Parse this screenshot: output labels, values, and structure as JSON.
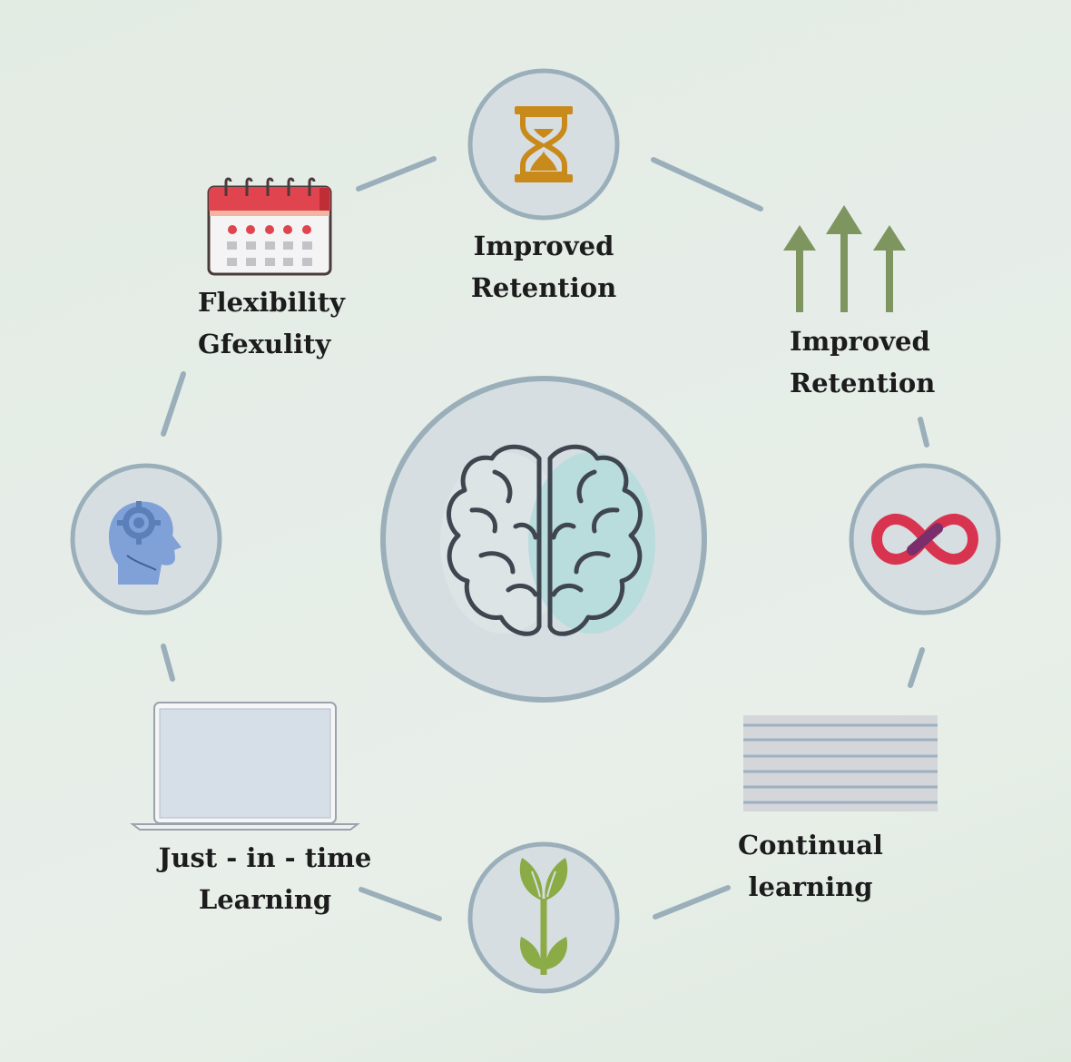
{
  "labels": {
    "top": {
      "line1": "Improved",
      "line2": "Retention"
    },
    "top_right": {
      "line1": "Improved",
      "line2": "Retention"
    },
    "top_left": {
      "line1": "Flexibility",
      "line2": "Gfexulity"
    },
    "bottom_left": {
      "line1": "Just - in - time",
      "line2": "Learning"
    },
    "bottom_right": {
      "line1": "Continual",
      "line2": "learning"
    }
  },
  "icons": {
    "center": "brain-icon",
    "top": "hourglass-icon",
    "top_right": "up-arrows-icon",
    "right": "infinity-icon",
    "bottom_right": "lined-paper-icon",
    "bottom": "sprout-icon",
    "bottom_left": "laptop-icon",
    "left": "head-gear-icon",
    "top_left": "calendar-icon"
  },
  "colors": {
    "ring": "#9aafba",
    "node_fill": "#d6dee2",
    "node_stroke": "#9aafba",
    "hourglass": "#c98a1c",
    "arrows": "#7e9560",
    "calendar_red": "#e0454f",
    "infinity_red": "#d9344f",
    "infinity_purple": "#7a2e6b",
    "head_blue": "#7fa1d8",
    "sprout_green": "#8aab46",
    "brain_right": "#b9dcdc"
  }
}
